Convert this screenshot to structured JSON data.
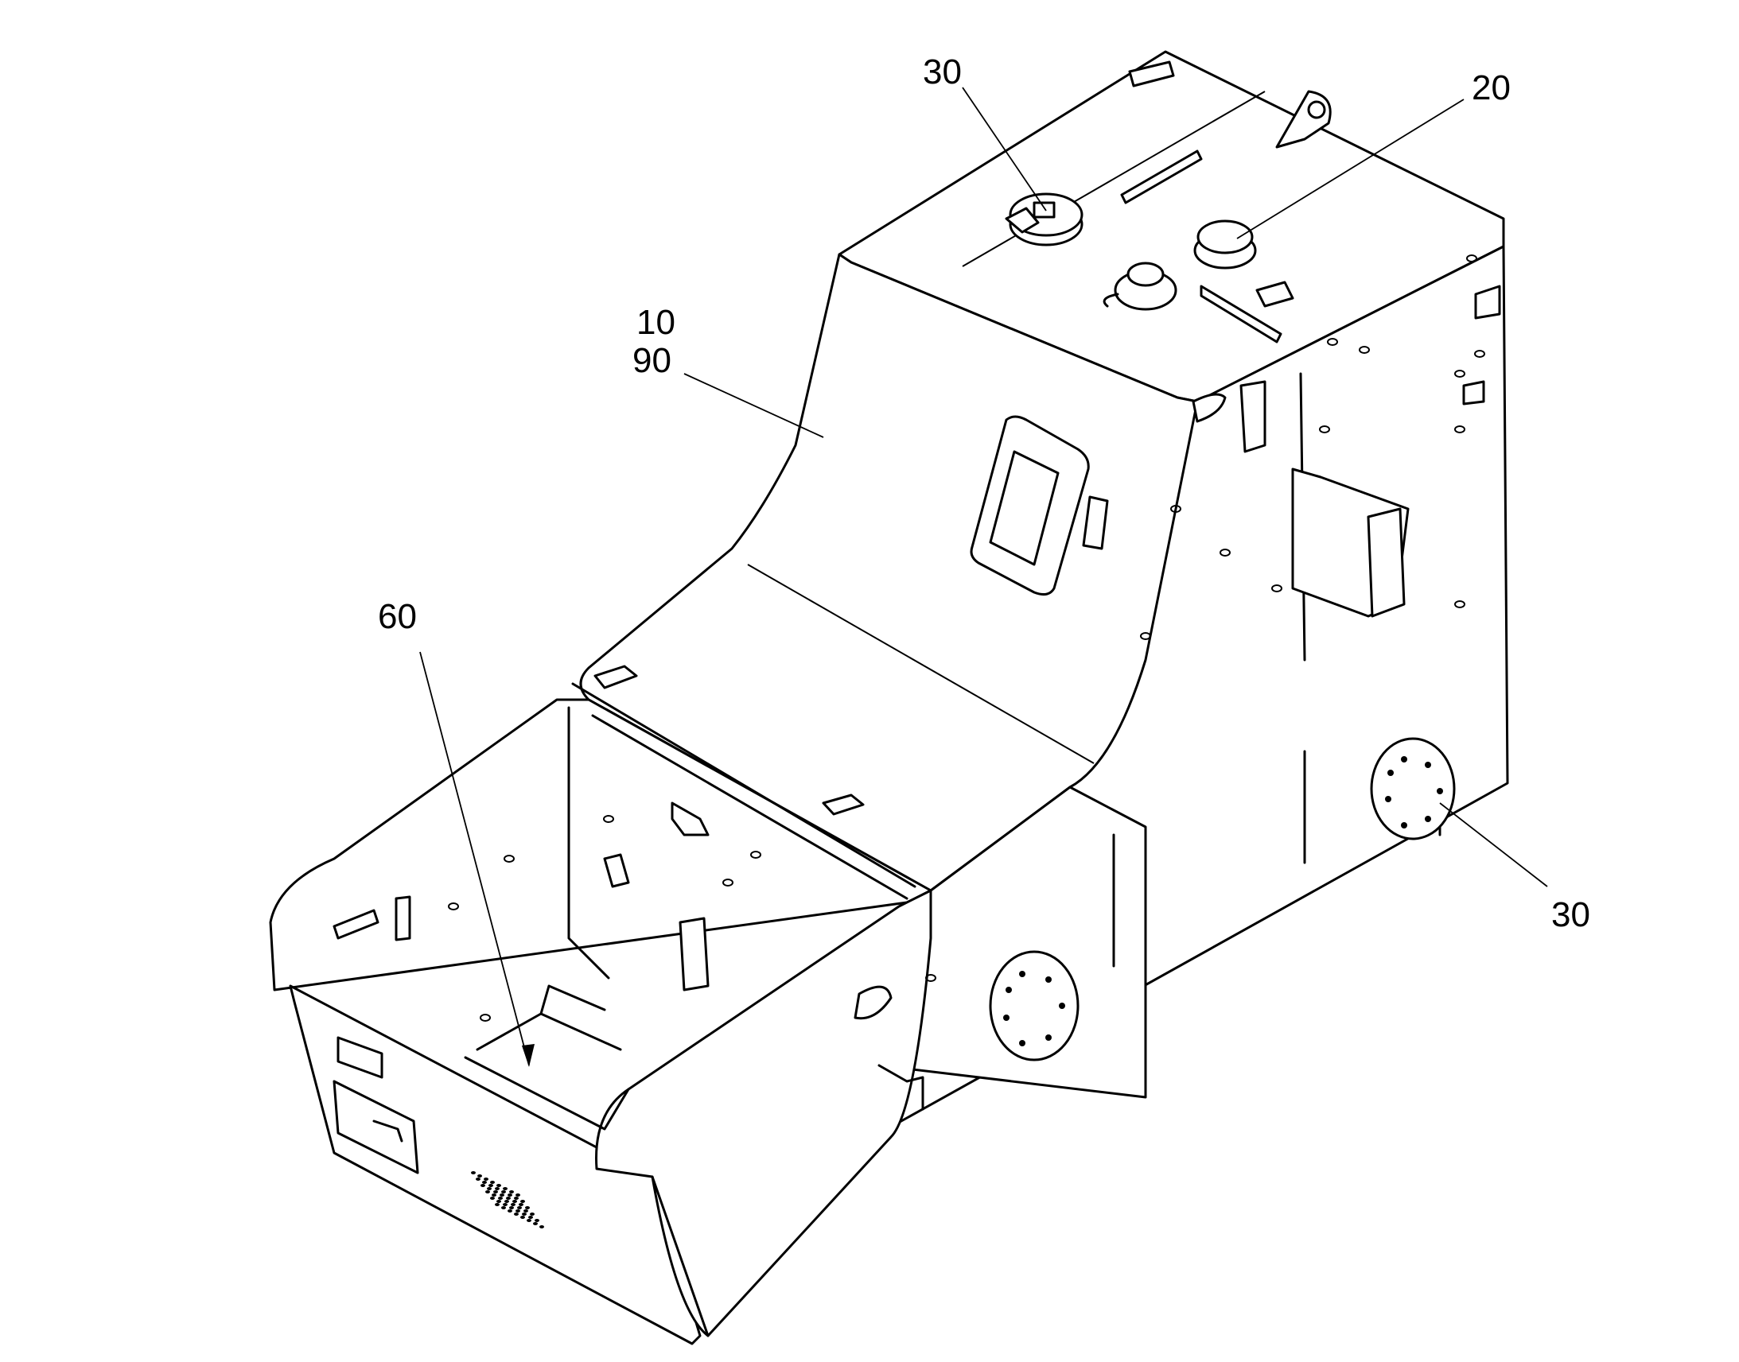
{
  "colors": {
    "line": "#000000",
    "background": "#ffffff"
  },
  "callouts": {
    "c30_top": "30",
    "c20": "20",
    "c10": "10",
    "c90": "90",
    "c60": "60",
    "c30_side": "30"
  }
}
